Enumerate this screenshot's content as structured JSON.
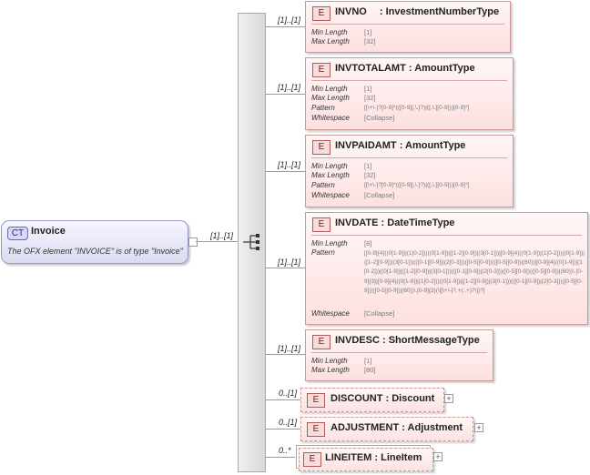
{
  "complex_type": {
    "badge": "CT",
    "name": "Invoice",
    "description": "The OFX element \"INVOICE\" is of type \"Invoice\""
  },
  "sequence_cardinality": "[1]..[1]",
  "elements": [
    {
      "badge": "E",
      "name": "INVNO",
      "type": "InvestmentNumberType",
      "cardinality": "[1]..[1]",
      "facets": [
        {
          "label": "Min Length",
          "value": "[1]"
        },
        {
          "label": "Max Length",
          "value": "[32]"
        }
      ]
    },
    {
      "badge": "E",
      "name": "INVTOTALAMT",
      "type": "AmountType",
      "cardinality": "[1]..[1]",
      "facets": [
        {
          "label": "Min Length",
          "value": "[1]"
        },
        {
          "label": "Max Length",
          "value": "[32]"
        },
        {
          "label": "Pattern",
          "value": "[[\\+\\-]?[0-9]*(([0-9][,\\.]?)|([,\\.][0-9]))[0-9]*]"
        },
        {
          "label": "Whitespace",
          "value": "[Collapse]"
        }
      ]
    },
    {
      "badge": "E",
      "name": "INVPAIDAMT",
      "type": "AmountType",
      "cardinality": "[1]..[1]",
      "facets": [
        {
          "label": "Min Length",
          "value": "[1]"
        },
        {
          "label": "Max Length",
          "value": "[32]"
        },
        {
          "label": "Pattern",
          "value": "[[\\+\\-]?[0-9]*(([0-9][,\\.]?)|([,\\.][0-9]))[0-9]*]"
        },
        {
          "label": "Whitespace",
          "value": "[Collapse]"
        }
      ]
    },
    {
      "badge": "E",
      "name": "INVDATE",
      "type": "DateTimeType",
      "cardinality": "[1]..[1]",
      "facets": [
        {
          "label": "Min Length",
          "value": "[8]"
        },
        {
          "label": "Pattern",
          "value": "[[0-9]{4}((0[1-9])|(1[0-2]))((0[1-9])|([1-2][0-9])|(3[0-1]))|[0-9]{4}((0[1-9])|(1[0-2]))((0[1-9])|([1-2][0-9])|(3[0-1]))(([0-1][0-9])|(2[0-3]))([0-5][0-9])(([0-5][0-9])|(60))|[0-9]{4}((0[1-9])|(1[0-2]))((0[1-9])|([1-2][0-9])|(3[0-1]))(([0-1][0-9])|(2[0-3]))([0-5][0-9])(([0-5][0-9])|(60))\\.[0-9]{3}|[0-9]{4}((0[1-9])|(1[0-2]))((0[1-9])|([1-2][0-9])|(3[0-1]))(([0-1][0-9])|(2[0-3]))([0-5][0-9])(([0-5][0-9])|(60))\\.[0-9]{3}(\\[[\\+\\-]?.+(:.+)?\\])?]"
        },
        {
          "label": "Whitespace",
          "value": "[Collapse]"
        }
      ]
    },
    {
      "badge": "E",
      "name": "INVDESC",
      "type": "ShortMessageType",
      "cardinality": "[1]..[1]",
      "facets": [
        {
          "label": "Min Length",
          "value": "[1]"
        },
        {
          "label": "Max Length",
          "value": "[80]"
        }
      ]
    },
    {
      "badge": "E",
      "name": "DISCOUNT",
      "type": "Discount",
      "cardinality": "0..[1]",
      "facets": []
    },
    {
      "badge": "E",
      "name": "ADJUSTMENT",
      "type": "Adjustment",
      "cardinality": "0..[1]",
      "facets": []
    },
    {
      "badge": "E",
      "name": "LINEITEM",
      "type": "LineItem",
      "cardinality": "0..*",
      "facets": []
    }
  ],
  "expand_symbol": "+",
  "colors": {
    "element_border": "#cc9999",
    "element_fill": "#fde0e0",
    "complex_type_fill": "#dadaf2",
    "connector": "#9a9a9a"
  }
}
